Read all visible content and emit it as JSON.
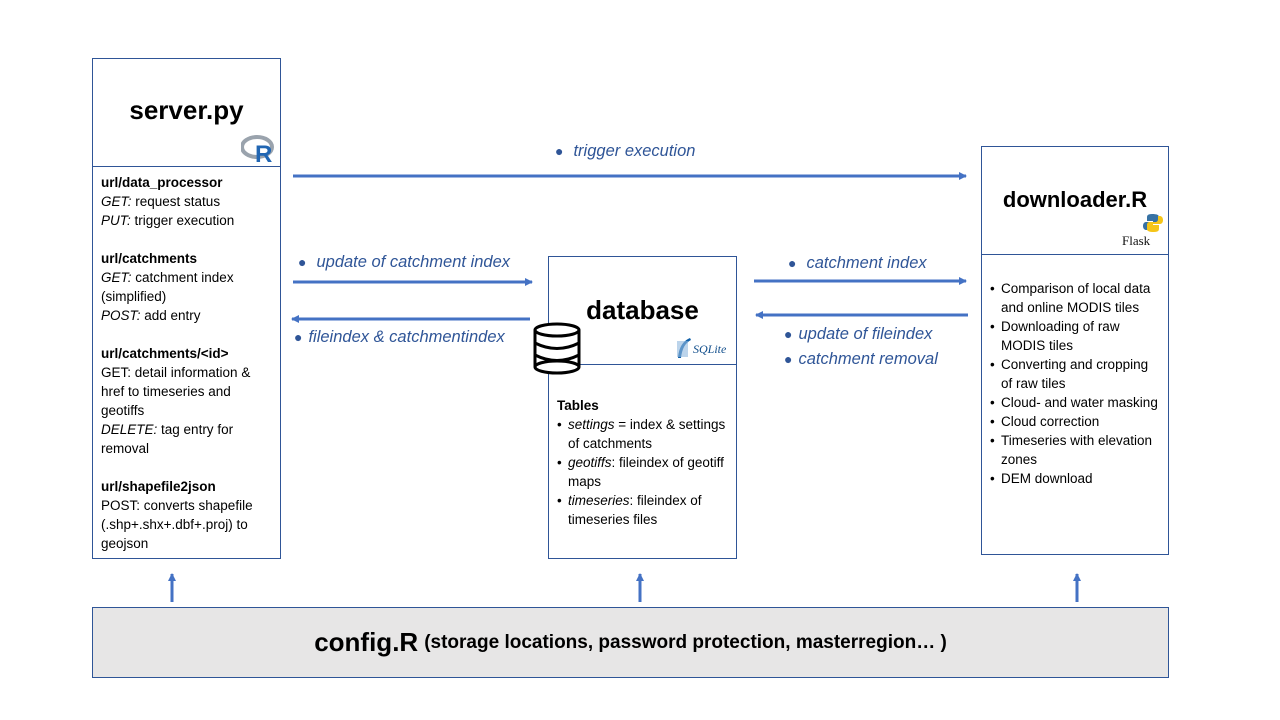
{
  "server": {
    "title": "server.py",
    "logo_icon": "r-logo-icon",
    "sections": [
      {
        "heading": "url/data_processor",
        "lines": [
          {
            "em": "GET:",
            "text": " request status"
          },
          {
            "em": "PUT:",
            "text": " trigger execution"
          }
        ]
      },
      {
        "heading": "url/catchments",
        "lines": [
          {
            "em": "GET:",
            "text": " catchment index"
          },
          {
            "em": "",
            "text": "(simplified)"
          },
          {
            "em": "POST:",
            "text": " add entry"
          }
        ]
      },
      {
        "heading": "url/catchments/<id>",
        "lines": [
          {
            "em": "",
            "text": "GET: detail information &"
          },
          {
            "em": "",
            "text": "href to timeseries and"
          },
          {
            "em": "",
            "text": "geotiffs"
          },
          {
            "em": "DELETE:",
            "text": " tag entry for"
          },
          {
            "em": "",
            "text": "removal"
          }
        ]
      },
      {
        "heading": "url/shapefile2json",
        "lines": [
          {
            "em": "",
            "text": "POST: converts shapefile"
          },
          {
            "em": "",
            "text": "(.shp+.shx+.dbf+.proj) to"
          },
          {
            "em": "",
            "text": "geojson"
          }
        ]
      }
    ]
  },
  "database": {
    "title": "database",
    "logo_text": "SQLite",
    "logo_icon": "sqlite-logo-icon",
    "db_icon": "database-icon",
    "tables_heading": "Tables",
    "tables": [
      {
        "name": "settings",
        "desc": " = index & settings of catchments"
      },
      {
        "name": "geotiffs",
        "desc": ": fileindex of geotiff maps"
      },
      {
        "name": "timeseries",
        "desc": ": fileindex of timeseries files"
      }
    ]
  },
  "downloader": {
    "title": "downloader.R",
    "logo_text": "Flask",
    "logo_icon": "flask-python-logo-icon",
    "items": [
      "Comparison of local data and online MODIS tiles",
      "Downloading of raw MODIS tiles",
      "Converting and cropping of raw tiles",
      "Cloud- and water masking",
      "Cloud correction",
      "Timeseries with elevation zones",
      "DEM download"
    ]
  },
  "arrows": {
    "trigger": "trigger execution",
    "update_catchment_index": "update of catchment index",
    "fileindex_catchmentindex": "fileindex & catchmentindex",
    "catchment_index": "catchment index",
    "update_fileindex": "update of  fileindex",
    "catchment_removal": "catchment removal"
  },
  "config": {
    "title": "config.R",
    "subtitle": "(storage locations, password protection, masterregion… )"
  },
  "colors": {
    "arrow": "#4472c4",
    "label": "#2f5597",
    "border": "#2f5597",
    "config_bg": "#e7e6e6"
  }
}
